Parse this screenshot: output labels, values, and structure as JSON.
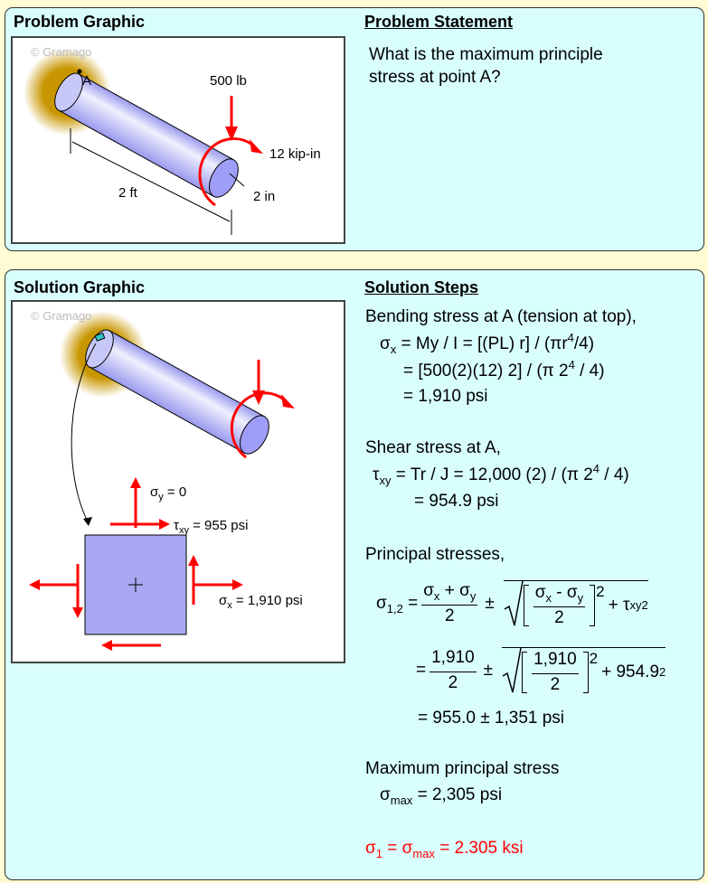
{
  "problem": {
    "graphic_title": "Problem Graphic",
    "statement_title": "Problem Statement",
    "statement_lines": [
      "What is the maximum principle",
      "stress at point A?"
    ],
    "watermark": "© Gramago",
    "labels": {
      "point": "A",
      "force": "500 lb",
      "torque": "12 kip-in",
      "length": "2 ft",
      "radius": "2 in"
    }
  },
  "solution": {
    "graphic_title": "Solution Graphic",
    "steps_title": "Solution Steps",
    "watermark": "© Gramago",
    "element": {
      "sy": [
        "σ",
        "y",
        " = 0"
      ],
      "txy": [
        "τ",
        "xy",
        " = 955 psi"
      ],
      "sx": [
        "σ",
        "x",
        " = 1,910 psi"
      ]
    },
    "bending": {
      "heading": "Bending stress at A (tension at top),",
      "l1": [
        "σ",
        "x",
        " = My / I = [(PL) r] / (πr",
        "4",
        "/4)"
      ],
      "l2": [
        "= [500(2)(12) 2] / (π 2",
        "4",
        " / 4)"
      ],
      "l3": "= 1,910 psi"
    },
    "shear": {
      "heading": "Shear stress at A,",
      "l1": [
        "τ",
        "xy",
        " = Tr / J = 12,000 (2) / (π 2",
        "4",
        " / 4)"
      ],
      "l2": "= 954.9 psi"
    },
    "principal": {
      "heading": "Principal stresses,",
      "lhs": [
        "σ",
        "1,2",
        " ="
      ],
      "f1num": [
        "σ",
        "x",
        " + σ",
        "y"
      ],
      "two": "2",
      "pm": "±",
      "f2num": [
        "σ",
        "x",
        " - σ",
        "y"
      ],
      "sq": "2",
      "plus": "+ τ",
      "xy": "xy",
      "eq": "=",
      "num": "1,910",
      "plus2": "+ 954.9",
      "result": "= 955.0 ± 1,351 psi"
    },
    "max": {
      "heading": "Maximum principal stress",
      "l1": [
        "σ",
        "max",
        " = 2,305 psi"
      ]
    },
    "answer": [
      "σ",
      "1",
      " = σ",
      "max",
      " = 2.305 ksi"
    ]
  },
  "colors": {
    "background": "#fffbd2",
    "panel": "#d9fefe",
    "arrow": "#ff0000",
    "cylinder": "#a6a6f5",
    "wall": "#c89600"
  }
}
